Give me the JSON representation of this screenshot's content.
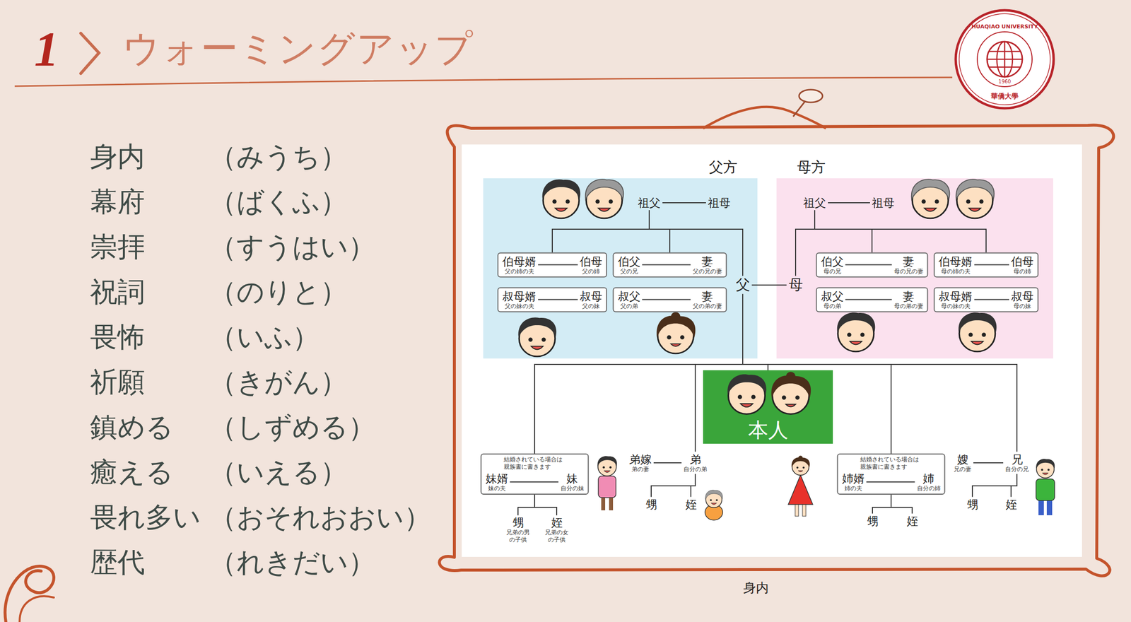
{
  "diagram": {
    "title": "ウォーミングアップ",
    "caption": "身内",
    "nodes": [
      {
        "text": [
          "父方"
        ]
      },
      {
        "text": [
          "祖父"
        ],
        "in": 0
      },
      {
        "text": [
          "祖母"
        ],
        "in": 0
      },
      {
        "text": [
          "伯母婿",
          "父の姉の夫",
          "伯母",
          "父の姉"
        ],
        "in": 0
      },
      {
        "text": [
          "伯父",
          "父の兄",
          "妻",
          "父の兄の妻"
        ],
        "in": 0
      },
      {
        "text": [
          "叔母婿",
          "父の妹の夫",
          "叔母",
          "父の妹"
        ],
        "in": 0
      },
      {
        "text": [
          "叔父",
          "父の弟",
          "妻",
          "父の弟の妻"
        ],
        "in": 0
      },
      {
        "text": [
          "母方"
        ]
      },
      {
        "text": [
          "祖父"
        ],
        "in": 7
      },
      {
        "text": [
          "祖母"
        ],
        "in": 7
      },
      {
        "text": [
          "伯父",
          "母の兄",
          "妻",
          "母の兄の妻"
        ],
        "in": 7
      },
      {
        "text": [
          "伯母婿",
          "母の姉の夫",
          "伯母",
          "母の姉"
        ],
        "in": 7
      },
      {
        "text": [
          "叔父",
          "母の弟",
          "妻",
          "母の弟の妻"
        ],
        "in": 7
      },
      {
        "text": [
          "叔母婿",
          "母の妹の夫",
          "叔母",
          "母の妹"
        ],
        "in": 7
      },
      {
        "text": [
          "父"
        ]
      },
      {
        "text": [
          "母"
        ]
      },
      {
        "text": [
          "本人"
        ]
      },
      {
        "text": [
          "結婚されている場合は親族書に書きます",
          "妹婿",
          "妹の夫",
          "妹",
          "自分の妹"
        ]
      },
      {
        "text": [
          "甥",
          "兄弟の男の子供"
        ]
      },
      {
        "text": [
          "姪",
          "兄弟の女の子供"
        ]
      },
      {
        "text": [
          "弟嫁",
          "弟の妻"
        ]
      },
      {
        "text": [
          "弟",
          "自分の弟"
        ]
      },
      {
        "text": [
          "甥"
        ]
      },
      {
        "text": [
          "姪"
        ]
      },
      {
        "text": [
          "結婚されている場合は親族書に書きます",
          "姉婿",
          "姉の夫",
          "姉",
          "自分の姉"
        ]
      },
      {
        "text": [
          "甥"
        ]
      },
      {
        "text": [
          "姪"
        ]
      },
      {
        "text": [
          "嫂",
          "兄の妻"
        ]
      },
      {
        "text": [
          "兄",
          "自分の兄"
        ]
      },
      {
        "text": [
          "甥"
        ]
      },
      {
        "text": [
          "姪"
        ]
      }
    ],
    "edges": [
      {
        "from": 1,
        "to": 2,
        "arrow": "none"
      },
      {
        "from": 1,
        "to": 3,
        "arrow": "none"
      },
      {
        "from": 1,
        "to": 4,
        "arrow": "none"
      },
      {
        "from": 1,
        "to": 14,
        "arrow": "none"
      },
      {
        "from": 8,
        "to": 9,
        "arrow": "none"
      },
      {
        "from": 8,
        "to": 10,
        "arrow": "none"
      },
      {
        "from": 8,
        "to": 11,
        "arrow": "none"
      },
      {
        "from": 8,
        "to": 15,
        "arrow": "none"
      },
      {
        "from": 14,
        "to": 15,
        "arrow": "none"
      },
      {
        "from": 14,
        "to": 17,
        "arrow": "none"
      },
      {
        "from": 14,
        "to": 16,
        "arrow": "none"
      },
      {
        "from": 14,
        "to": 21,
        "arrow": "none"
      },
      {
        "from": 14,
        "to": 24,
        "arrow": "none"
      },
      {
        "from": 14,
        "to": 28,
        "arrow": "none"
      },
      {
        "from": 20,
        "to": 21,
        "arrow": "none"
      },
      {
        "from": 27,
        "to": 28,
        "arrow": "none"
      },
      {
        "from": 17,
        "to": 18,
        "arrow": "none"
      },
      {
        "from": 17,
        "to": 19,
        "arrow": "none"
      },
      {
        "from": 21,
        "to": 22,
        "arrow": "none"
      },
      {
        "from": 21,
        "to": 23,
        "arrow": "none"
      },
      {
        "from": 24,
        "to": 25,
        "arrow": "none"
      },
      {
        "from": 24,
        "to": 26,
        "arrow": "none"
      },
      {
        "from": 28,
        "to": 29,
        "arrow": "none"
      },
      {
        "from": 28,
        "to": 30,
        "arrow": "none"
      }
    ],
    "labels": [
      "1",
      "HUAQIAO UNIVERSITY",
      "1960",
      "華僑大學",
      "身内",
      "（みうち）",
      "幕府",
      "（ばくふ）",
      "崇拝",
      "（すうはい）",
      "祝詞",
      "（のりと）",
      "畏怖",
      "（いふ）",
      "祈願",
      "（きがん）",
      "鎮める",
      "（しずめる）",
      "癒える",
      "（いえる）",
      "畏れ多い",
      "（おそれおおい）",
      "歴代",
      "（れきだい）"
    ]
  }
}
